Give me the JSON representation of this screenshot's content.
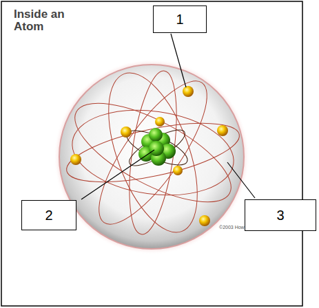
{
  "diagram": {
    "title": "Inside an Atom",
    "nodes": [
      {
        "text": [
          "1"
        ]
      },
      {
        "text": [
          "2"
        ]
      },
      {
        "text": [
          "3"
        ]
      }
    ],
    "labels": [
      "©2003 How"
    ]
  }
}
